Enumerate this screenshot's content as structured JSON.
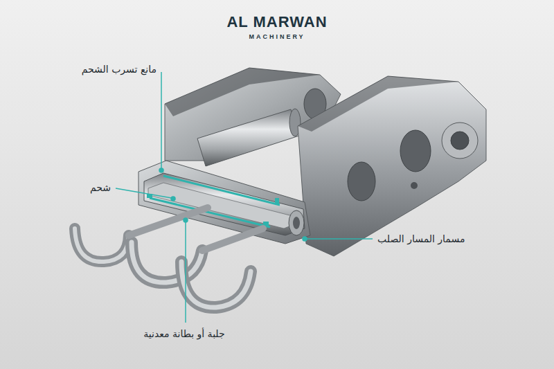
{
  "diagram": {
    "labels": [
      "AL MARWAN",
      "MACHINERY",
      "مانع تسرب الشحم",
      "شحم",
      "مسمار المسار الصلب",
      "جلبة أو بطانة معدنية"
    ]
  }
}
